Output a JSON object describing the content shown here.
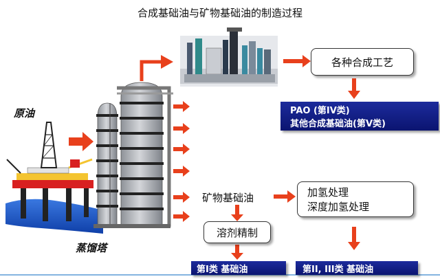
{
  "title": "合成基础油与矿物基础油的制造过程",
  "labels": {
    "crude_oil": "原油",
    "distillation_tower": "蒸馏塔",
    "mineral_base_oil": "矿物基础油"
  },
  "boxes": {
    "synthesis_processes": "各种合成工艺",
    "solvent_refining": "溶剂精制",
    "hydro_line1": "加氢处理",
    "hydro_line2": "深度加氢处理"
  },
  "bars": {
    "pao_line1": "PAO (第IV类)",
    "pao_line2": "其他合成基础油(第V类)",
    "group1": "第I类 基础油",
    "group23": "第II, III类 基础油"
  },
  "colors": {
    "arrow": "#e8401c",
    "bar": "#111a85",
    "tower": "#b9bcc2",
    "sea": "#1a55c8"
  }
}
